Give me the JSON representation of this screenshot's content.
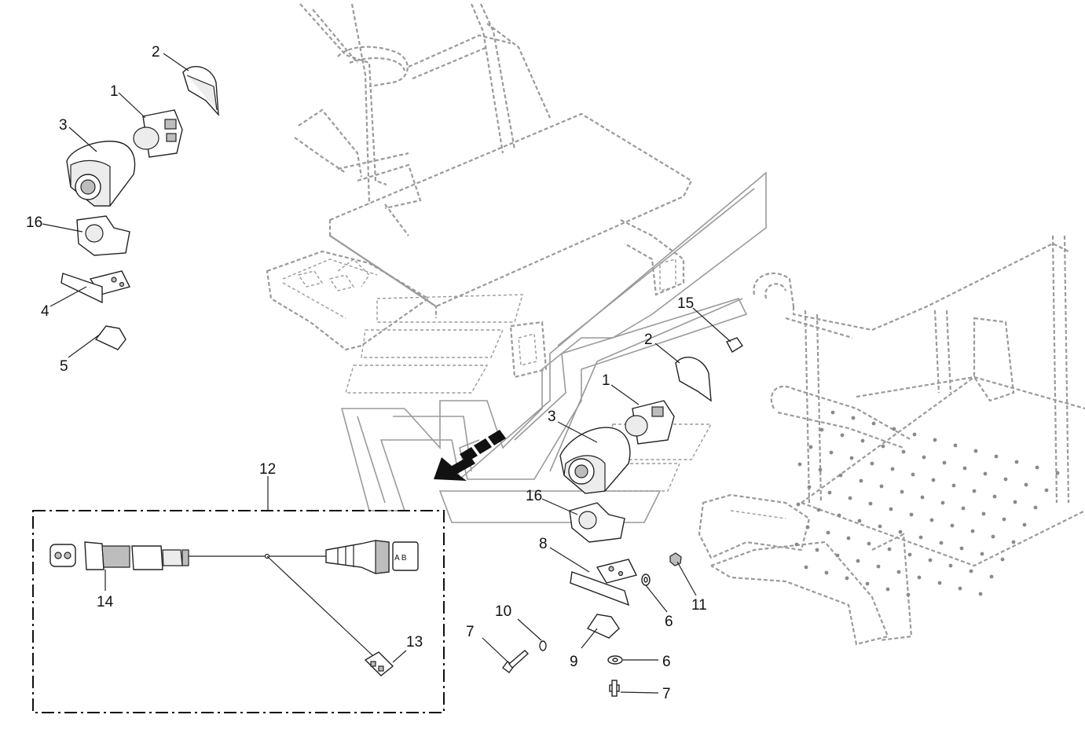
{
  "callouts": {
    "left_1": "1",
    "left_2": "2",
    "left_3": "3",
    "left_16": "16",
    "left_4": "4",
    "left_5": "5",
    "right_15": "15",
    "right_2": "2",
    "right_1": "1",
    "right_3": "3",
    "right_16": "16",
    "right_8": "8",
    "right_6a": "6",
    "right_11": "11",
    "right_10": "10",
    "right_7a": "7",
    "right_9": "9",
    "right_6b": "6",
    "right_7b": "7",
    "kit_12": "12",
    "kit_14": "14",
    "kit_13": "13"
  },
  "connector_marks": {
    "ab": "A B"
  },
  "colors": {
    "line": "#222222",
    "ghost": "#9a9a9a",
    "arrow": "#111111"
  }
}
